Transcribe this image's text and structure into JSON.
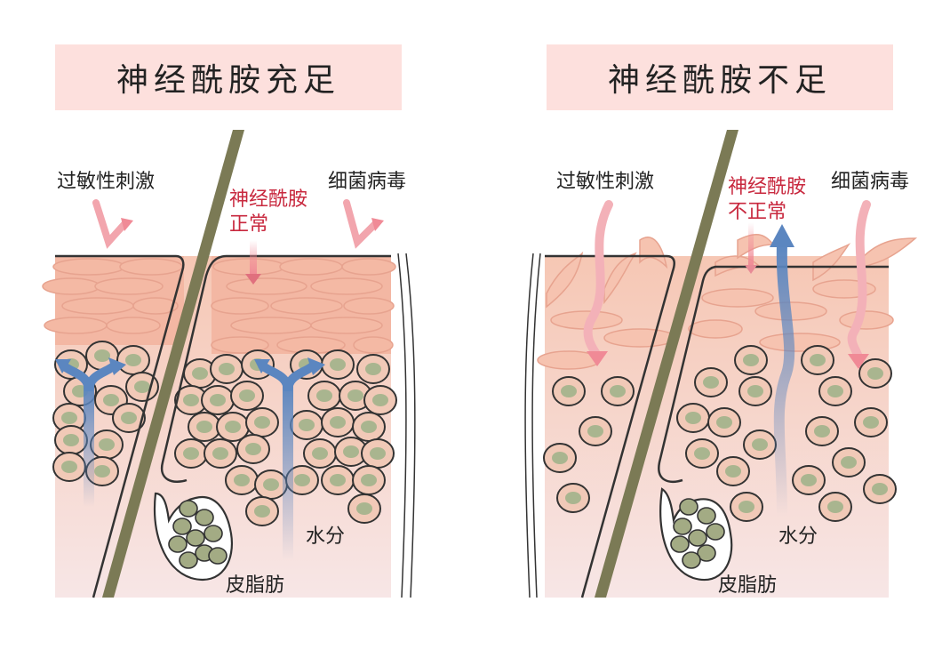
{
  "panels": {
    "left": {
      "title": "神经酰胺充足",
      "irritant": "过敏性刺激",
      "bacteria": "细菌病毒",
      "status_line1": "神经酰胺",
      "status_line2": "正常",
      "water": "水分",
      "sebum": "皮脂肪"
    },
    "right": {
      "title": "神经酰胺不足",
      "irritant": "过敏性刺激",
      "bacteria": "细菌病毒",
      "status_line1": "神经酰胺",
      "status_line2": "不正常",
      "water": "水分",
      "sebum": "皮脂肪"
    }
  },
  "colors": {
    "title_bg": "#fde0dd",
    "status_red": "#c8283e",
    "hair": "#7b7a55",
    "water_arrow": "#5b86c0",
    "skin_cell": "#f1c9b7",
    "cell_nucleus": "#a9b58f",
    "corneum": "#f3b7a3"
  }
}
